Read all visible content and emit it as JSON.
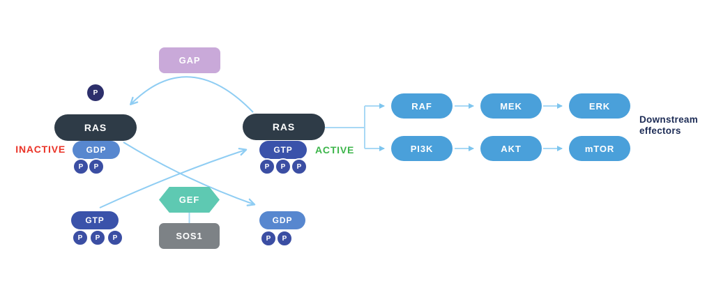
{
  "colors": {
    "ras_pill": "#2e3b47",
    "gdp_box": "#5787cf",
    "gtp_box": "#3a52aa",
    "phosphate_circle": "#3b4ea3",
    "released_phosphate": "#2d2f6b",
    "effector_pill": "#4aa0da",
    "cycle_arrow": "#8fcdf3",
    "effector_arrow": "#7ec5ee",
    "gap_box": "#c9a9d9",
    "gef_hexagon": "#5ec9b2",
    "sos1_box": "#7d8286",
    "inactive_text": "#ea3327",
    "active_text": "#3cb54a",
    "caption_text": "#1c2b55"
  },
  "phosphate_label": "P",
  "nodes": {
    "gap": {
      "label": "GAP"
    },
    "gef": {
      "label": "GEF"
    },
    "sos1": {
      "label": "SOS1"
    },
    "ras_inactive": {
      "label": "RAS",
      "state": "INACTIVE",
      "nucleotide": "GDP",
      "phosphates": 2
    },
    "ras_active": {
      "label": "RAS",
      "state": "ACTIVE",
      "nucleotide": "GTP",
      "phosphates": 3
    },
    "free_gtp": {
      "label": "GTP",
      "phosphates": 3
    },
    "free_gdp": {
      "label": "GDP",
      "phosphates": 2
    },
    "released_phosphate": {
      "label": "P"
    }
  },
  "effectors": {
    "pathways": [
      {
        "steps": [
          "RAF",
          "MEK",
          "ERK"
        ]
      },
      {
        "steps": [
          "PI3K",
          "AKT",
          "mTOR"
        ]
      }
    ],
    "caption": "Downstream effectors"
  }
}
